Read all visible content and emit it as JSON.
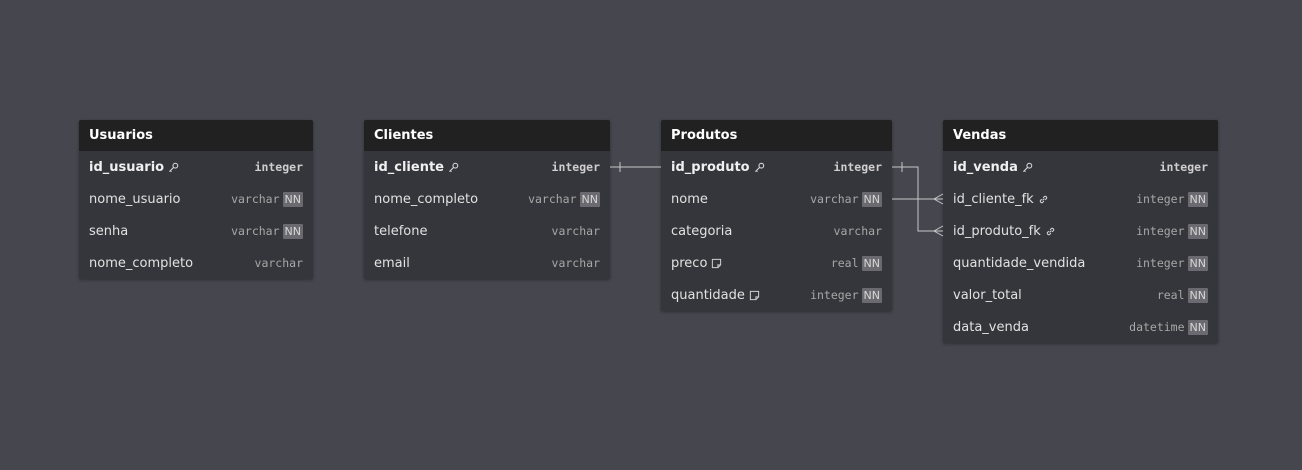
{
  "tables": {
    "usuarios": {
      "title": "Usuarios",
      "fields": [
        {
          "name": "id_usuario",
          "type": "integer",
          "pk": true,
          "nn": false
        },
        {
          "name": "nome_usuario",
          "type": "varchar",
          "nn": true
        },
        {
          "name": "senha",
          "type": "varchar",
          "nn": true
        },
        {
          "name": "nome_completo",
          "type": "varchar",
          "nn": false
        }
      ]
    },
    "clientes": {
      "title": "Clientes",
      "fields": [
        {
          "name": "id_cliente",
          "type": "integer",
          "pk": true,
          "nn": false
        },
        {
          "name": "nome_completo",
          "type": "varchar",
          "nn": true
        },
        {
          "name": "telefone",
          "type": "varchar",
          "nn": false
        },
        {
          "name": "email",
          "type": "varchar",
          "nn": false
        }
      ]
    },
    "produtos": {
      "title": "Produtos",
      "fields": [
        {
          "name": "id_produto",
          "type": "integer",
          "pk": true,
          "nn": false
        },
        {
          "name": "nome",
          "type": "varchar",
          "nn": true
        },
        {
          "name": "categoria",
          "type": "varchar",
          "nn": false
        },
        {
          "name": "preco",
          "type": "real",
          "nn": true,
          "note": true
        },
        {
          "name": "quantidade",
          "type": "integer",
          "nn": true,
          "note": true
        }
      ]
    },
    "vendas": {
      "title": "Vendas",
      "fields": [
        {
          "name": "id_venda",
          "type": "integer",
          "pk": true,
          "nn": false
        },
        {
          "name": "id_cliente_fk",
          "type": "integer",
          "nn": true,
          "fk": true
        },
        {
          "name": "id_produto_fk",
          "type": "integer",
          "nn": true,
          "fk": true
        },
        {
          "name": "quantidade_vendida",
          "type": "integer",
          "nn": true
        },
        {
          "name": "valor_total",
          "type": "real",
          "nn": true
        },
        {
          "name": "data_venda",
          "type": "datetime",
          "nn": true
        }
      ]
    }
  },
  "nn_label": "NN",
  "icons": {
    "pk": "key-icon",
    "fk": "link-icon",
    "note": "note-icon"
  },
  "colors": {
    "background": "#46464e",
    "table_body": "#35353c",
    "table_header": "#212121",
    "relation_line": "#c8c8c8"
  }
}
